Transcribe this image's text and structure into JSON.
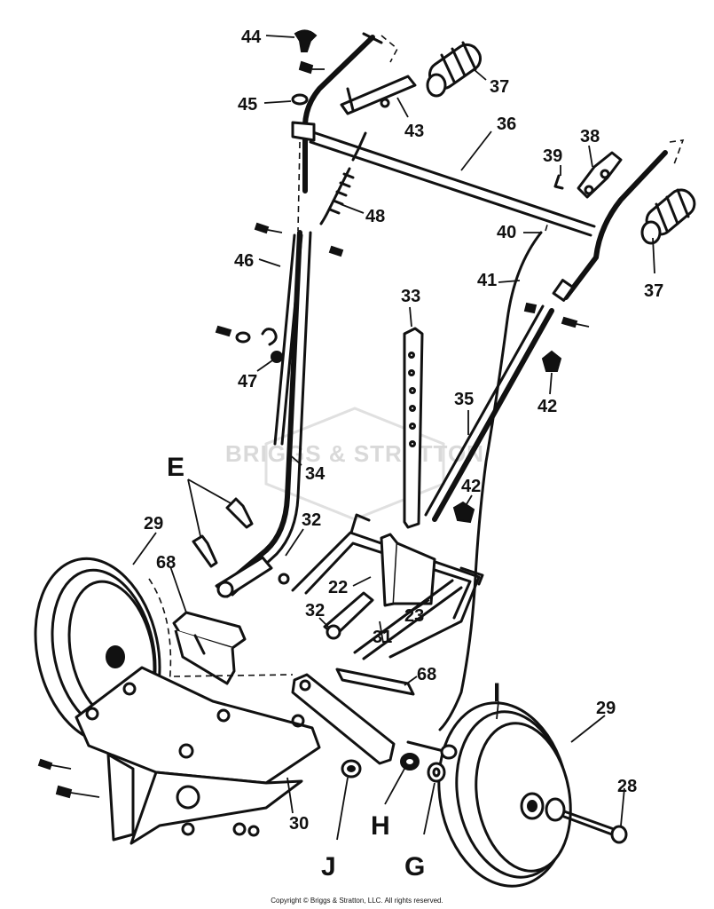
{
  "watermark": "BRIGGS & STRATTON",
  "copyright": "Copyright © Briggs & Stratton, LLC. All rights reserved.",
  "callouts": {
    "c44": "44",
    "c45": "45",
    "c37a": "37",
    "c43": "43",
    "c36": "36",
    "c38": "38",
    "c39": "39",
    "c48": "48",
    "c40": "40",
    "c46": "46",
    "c37b": "37",
    "c41": "41",
    "c33": "33",
    "c47": "47",
    "c42a": "42",
    "c35": "35",
    "cE": "E",
    "c34": "34",
    "c42b": "42",
    "c29a": "29",
    "c32a": "32",
    "c68a": "68",
    "c22": "22",
    "c32b": "32",
    "c23": "23",
    "c31": "31",
    "c68b": "68",
    "cI": "I",
    "c29b": "29",
    "c28": "28",
    "c30": "30",
    "cH": "H",
    "cJ": "J",
    "cG": "G"
  },
  "colors": {
    "ink": "#111111",
    "watermark": "#d9d9d9",
    "background": "#ffffff"
  }
}
